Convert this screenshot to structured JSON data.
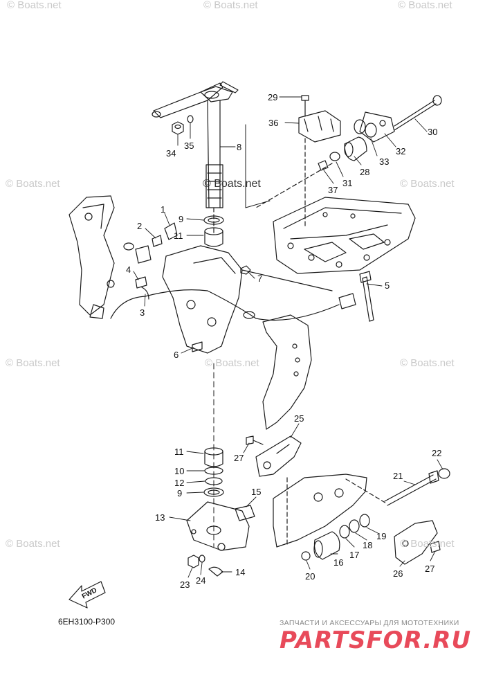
{
  "watermarks": {
    "text": "© Boats.net",
    "center_text": "© Boats.net"
  },
  "part_labels": {
    "p1": "1",
    "p2": "2",
    "p3": "3",
    "p4": "4",
    "p5": "5",
    "p6": "6",
    "p7": "7",
    "p8": "8",
    "p9a": "9",
    "p9b": "9",
    "p10": "10",
    "p11a": "11",
    "p11b": "11",
    "p12": "12",
    "p13": "13",
    "p14": "14",
    "p15": "15",
    "p16": "16",
    "p17": "17",
    "p18": "18",
    "p19": "19",
    "p20": "20",
    "p21": "21",
    "p22": "22",
    "p23": "23",
    "p24": "24",
    "p25": "25",
    "p26": "26",
    "p27a": "27",
    "p27b": "27",
    "p28": "28",
    "p29": "29",
    "p30": "30",
    "p31": "31",
    "p32": "32",
    "p33": "33",
    "p34": "34",
    "p35": "35",
    "p36": "36",
    "p37": "37"
  },
  "fwd_label": "FWD",
  "diagram_code": "6EH3100-P300",
  "brand": {
    "tagline": "ЗАПЧАСТИ И АКСЕССУАРЫ ДЛЯ МОТОТЕХНИКИ",
    "logo": "PARTSFOR.RU",
    "logo_color": "#e84a5a"
  }
}
